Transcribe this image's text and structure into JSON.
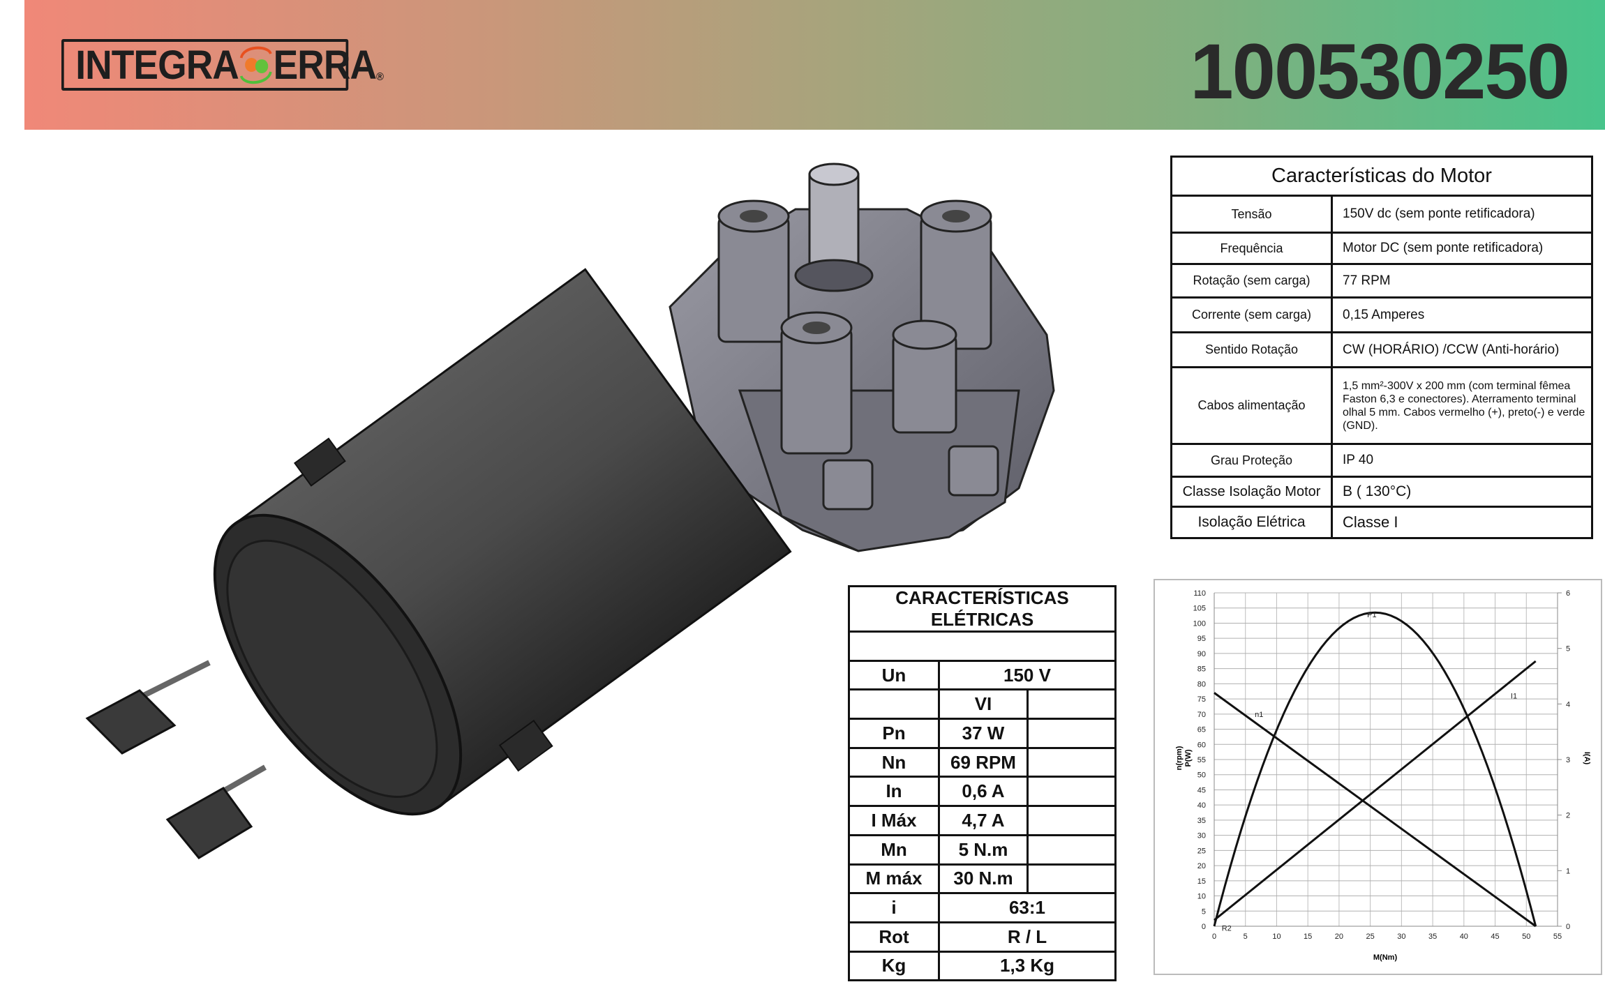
{
  "header": {
    "logo_text_left": "INTEGRA",
    "logo_text_right": "ERRA",
    "logo_registered": "®",
    "product_code": "100530250",
    "gradient_colors": [
      "#f08878",
      "#a9a37c",
      "#48c48b"
    ]
  },
  "motor_table": {
    "title": "Características do Motor",
    "rows": [
      {
        "label": "Tensão",
        "value": "150V dc (sem ponte retificadora)"
      },
      {
        "label": "Frequência",
        "value": "Motor DC (sem ponte retificadora)"
      },
      {
        "label": "Rotação (sem carga)",
        "value": "77 RPM"
      },
      {
        "label": "Corrente (sem carga)",
        "value": "0,15 Amperes"
      },
      {
        "label": "Sentido Rotação",
        "value": "CW (HORÁRIO) /CCW (Anti-horário)"
      },
      {
        "label": "Cabos alimentação",
        "value": "1,5 mm²-300V x 200 mm (com terminal fêmea Faston 6,3 e conectores). Aterramento terminal olhal 5 mm. Cabos vermelho (+), preto(-) e verde (GND)."
      },
      {
        "label": "Grau Proteção",
        "value": "IP 40"
      },
      {
        "label": "Classe Isolação Motor",
        "value": "B ( 130°C)"
      },
      {
        "label": "Isolação Elétrica",
        "value": "Classe I"
      }
    ]
  },
  "electrical_table": {
    "title": "CARACTERÍSTICAS ELÉTRICAS",
    "un": {
      "label": "Un",
      "value": "150 V"
    },
    "column_header": "VI",
    "rows": [
      {
        "label": "Pn",
        "value": "37 W"
      },
      {
        "label": "Nn",
        "value": "69 RPM"
      },
      {
        "label": "In",
        "value": "0,6 A"
      },
      {
        "label": "I Máx",
        "value": "4,7 A"
      },
      {
        "label": "Mn",
        "value": "5 N.m"
      },
      {
        "label": "M máx",
        "value": "30 N.m"
      }
    ],
    "wide_rows": [
      {
        "label": "i",
        "value": "63:1"
      },
      {
        "label": "Rot",
        "value": "R / L"
      },
      {
        "label": "Kg",
        "value": "1,3 Kg"
      }
    ]
  },
  "chart_data": {
    "type": "line",
    "xlabel": "M(Nm)",
    "ylabel_left": [
      "n(rpm)",
      "P(W)"
    ],
    "ylabel_right": "I(A)",
    "xlim": [
      0,
      55
    ],
    "ylim_left": [
      0,
      110
    ],
    "ylim_right": [
      0,
      6
    ],
    "x_ticks": [
      0,
      5,
      10,
      15,
      20,
      25,
      30,
      35,
      40,
      45,
      50,
      55
    ],
    "y_ticks_left": [
      0,
      5,
      10,
      15,
      20,
      25,
      30,
      35,
      40,
      45,
      50,
      55,
      60,
      65,
      70,
      75,
      80,
      85,
      90,
      95,
      100,
      105,
      110
    ],
    "y_ticks_right": [
      0,
      1,
      2,
      3,
      4,
      5,
      6
    ],
    "grid": true,
    "series": [
      {
        "name": "n1",
        "axis": "left",
        "x": [
          0,
          51.5
        ],
        "y": [
          77,
          0
        ]
      },
      {
        "name": "P1",
        "axis": "left",
        "x": [
          0,
          5,
          10,
          15,
          20,
          25,
          25.75,
          30,
          35,
          40,
          45,
          51.5
        ],
        "y": [
          0,
          37,
          65,
          86,
          99,
          103.4,
          103.5,
          101,
          90,
          70,
          42,
          0
        ]
      },
      {
        "name": "I1",
        "axis": "right",
        "x": [
          0,
          51.5
        ],
        "y": [
          0.11,
          4.77
        ]
      }
    ],
    "annotations": [
      "n1",
      "P1",
      "I1",
      "R2"
    ]
  }
}
